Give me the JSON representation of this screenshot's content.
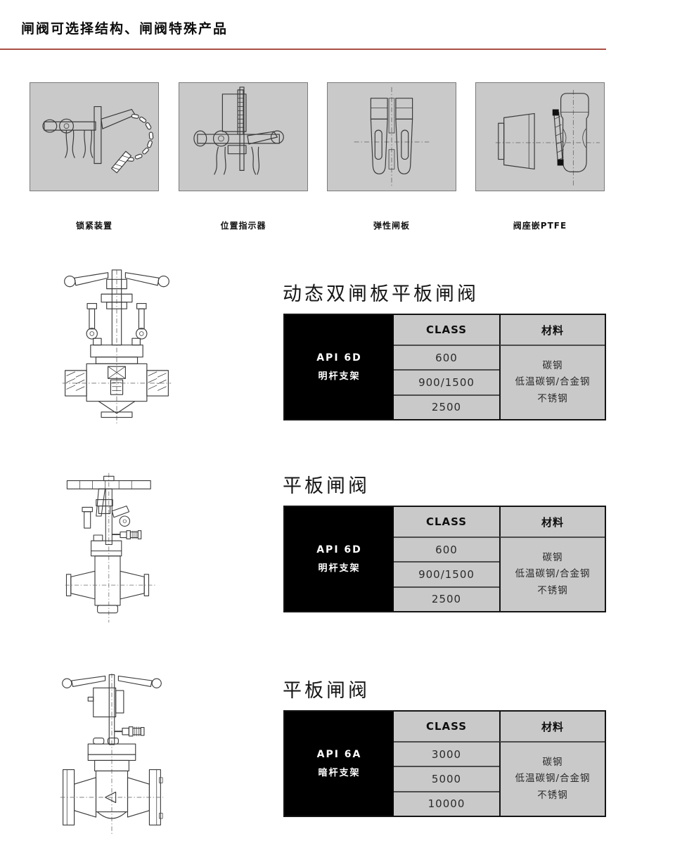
{
  "page": {
    "title": "闸阀可选择结构、闸阀特殊产品"
  },
  "colors": {
    "accent": "#a94f45",
    "panel_gray": "#c9c9c9",
    "table_black": "#000000",
    "line_dark": "#141414",
    "row_line": "#4d4d4d",
    "art_stroke": "#3a3a3a"
  },
  "features": [
    {
      "caption": "锁紧装置",
      "icon": "locking-device"
    },
    {
      "caption": "位置指示器",
      "icon": "position-indicator"
    },
    {
      "caption": "弹性闸板",
      "icon": "flexible-gate"
    },
    {
      "caption": "阀座嵌PTFE",
      "icon": "ptfe-seat-insert"
    }
  ],
  "sections": [
    {
      "title": "动态双闸板平板闸阀",
      "spec": {
        "standard": "API 6D",
        "stem": "明杆支架"
      },
      "table": {
        "class_header": "CLASS",
        "material_header": "材料",
        "classes": [
          "600",
          "900/1500",
          "2500"
        ],
        "materials": [
          "碳钢",
          "低温碳钢/合金钢",
          "不锈钢"
        ]
      }
    },
    {
      "title": "平板闸阀",
      "spec": {
        "standard": "API 6D",
        "stem": "明杆支架"
      },
      "table": {
        "class_header": "CLASS",
        "material_header": "材料",
        "classes": [
          "600",
          "900/1500",
          "2500"
        ],
        "materials": [
          "碳钢",
          "低温碳钢/合金钢",
          "不锈钢"
        ]
      }
    },
    {
      "title": "平板闸阀",
      "spec": {
        "standard": "API 6A",
        "stem": "暗杆支架"
      },
      "table": {
        "class_header": "CLASS",
        "material_header": "材料",
        "classes": [
          "3000",
          "5000",
          "10000"
        ],
        "materials": [
          "碳钢",
          "低温碳钢/合金钢",
          "不锈钢"
        ]
      }
    }
  ]
}
